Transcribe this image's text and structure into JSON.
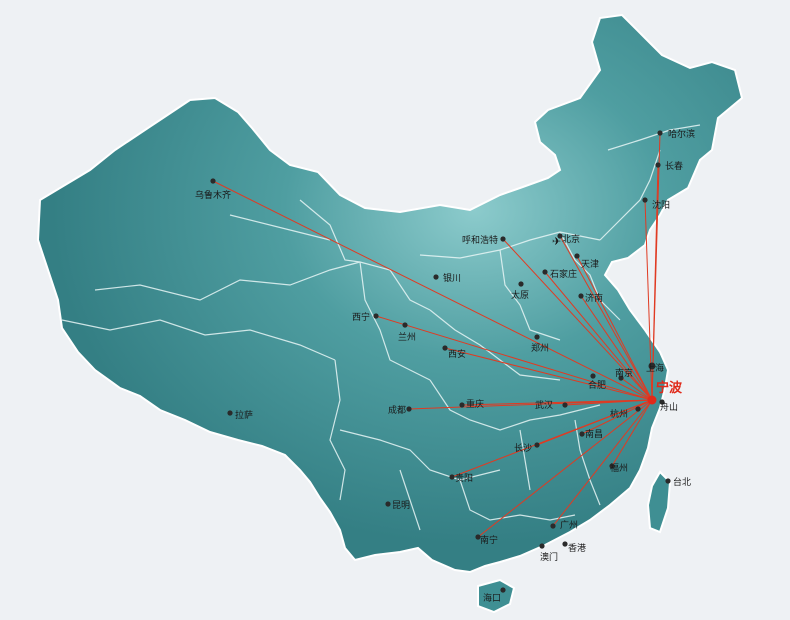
{
  "colors": {
    "land": "#3f8f93",
    "land_highlight": "#7dbfc2",
    "border": "#ffffff",
    "route": "#e03a22",
    "dot": "#2a2a2a",
    "hub": "#e02a1a"
  },
  "hub": {
    "label": "宁波"
  },
  "cities": [
    {
      "label": "乌鲁木齐"
    },
    {
      "label": "哈尔滨"
    },
    {
      "label": "长春"
    },
    {
      "label": "沈阳"
    },
    {
      "label": "北京"
    },
    {
      "label": "天津"
    },
    {
      "label": "呼和浩特"
    },
    {
      "label": "石家庄"
    },
    {
      "label": "太原"
    },
    {
      "label": "银川"
    },
    {
      "label": "济南"
    },
    {
      "label": "西宁"
    },
    {
      "label": "兰州"
    },
    {
      "label": "郑州"
    },
    {
      "label": "西安"
    },
    {
      "label": "南京"
    },
    {
      "label": "上海"
    },
    {
      "label": "合肥"
    },
    {
      "label": "杭州"
    },
    {
      "label": "武汉"
    },
    {
      "label": "重庆"
    },
    {
      "label": "成都"
    },
    {
      "label": "拉萨"
    },
    {
      "label": "南昌"
    },
    {
      "label": "长沙"
    },
    {
      "label": "福州"
    },
    {
      "label": "台北"
    },
    {
      "label": "贵阳"
    },
    {
      "label": "昆明"
    },
    {
      "label": "广州"
    },
    {
      "label": "南宁"
    },
    {
      "label": "香港"
    },
    {
      "label": "澳门"
    },
    {
      "label": "海口"
    },
    {
      "label": "舟山"
    }
  ]
}
